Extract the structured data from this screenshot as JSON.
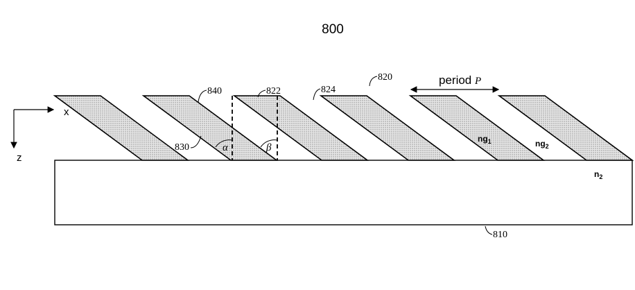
{
  "figure_number": "800",
  "axes": {
    "x_label": "x",
    "z_label": "z"
  },
  "period_label": "period",
  "period_symbol": "P",
  "angles": {
    "alpha": "α",
    "beta": "β"
  },
  "refs": {
    "substrate": "810",
    "grating": "820",
    "edge_822": "822",
    "edge_824": "824",
    "edge_830": "830",
    "edge_840": "840"
  },
  "indices": {
    "ng1_base": "ng",
    "ng1_sub": "1",
    "ng2_base": "ng",
    "ng2_sub": "2",
    "n2_base": "n",
    "n2_sub": "2"
  },
  "colors": {
    "stroke": "#000000",
    "fill": "#d8d8d8"
  }
}
